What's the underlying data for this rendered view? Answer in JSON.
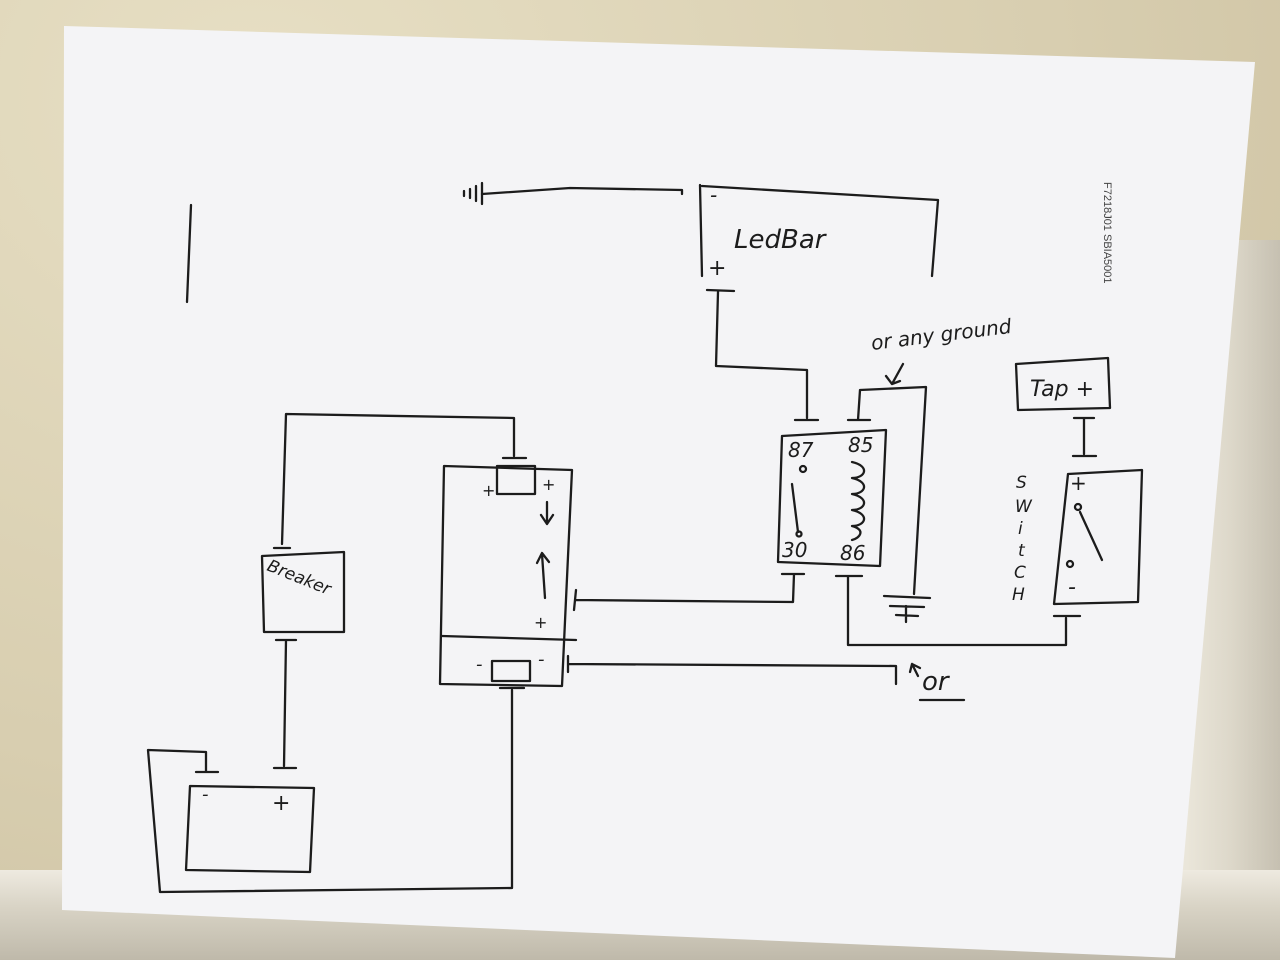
{
  "paper_code": "F7218J01 SBIA5001",
  "labels": {
    "ledbar": "LedBar",
    "ledbar_minus": "-",
    "ledbar_plus": "+",
    "or_any_ground": "or any ground",
    "tap": "Tap +",
    "switch_letters": [
      "S",
      "W",
      "i",
      "t",
      "C",
      "H"
    ],
    "switch_plus": "+",
    "switch_minus": "-",
    "pin87": "87",
    "pin85": "85",
    "pin30": "30",
    "pin86": "86",
    "breaker": "Breaker",
    "panel_plus_left": "+",
    "panel_plus_right": "+",
    "panel_plus_bottom": "+",
    "panel_minus_left": "-",
    "panel_minus_right": "-",
    "or_label": "or",
    "battery_minus": "-",
    "battery_plus": "+"
  }
}
